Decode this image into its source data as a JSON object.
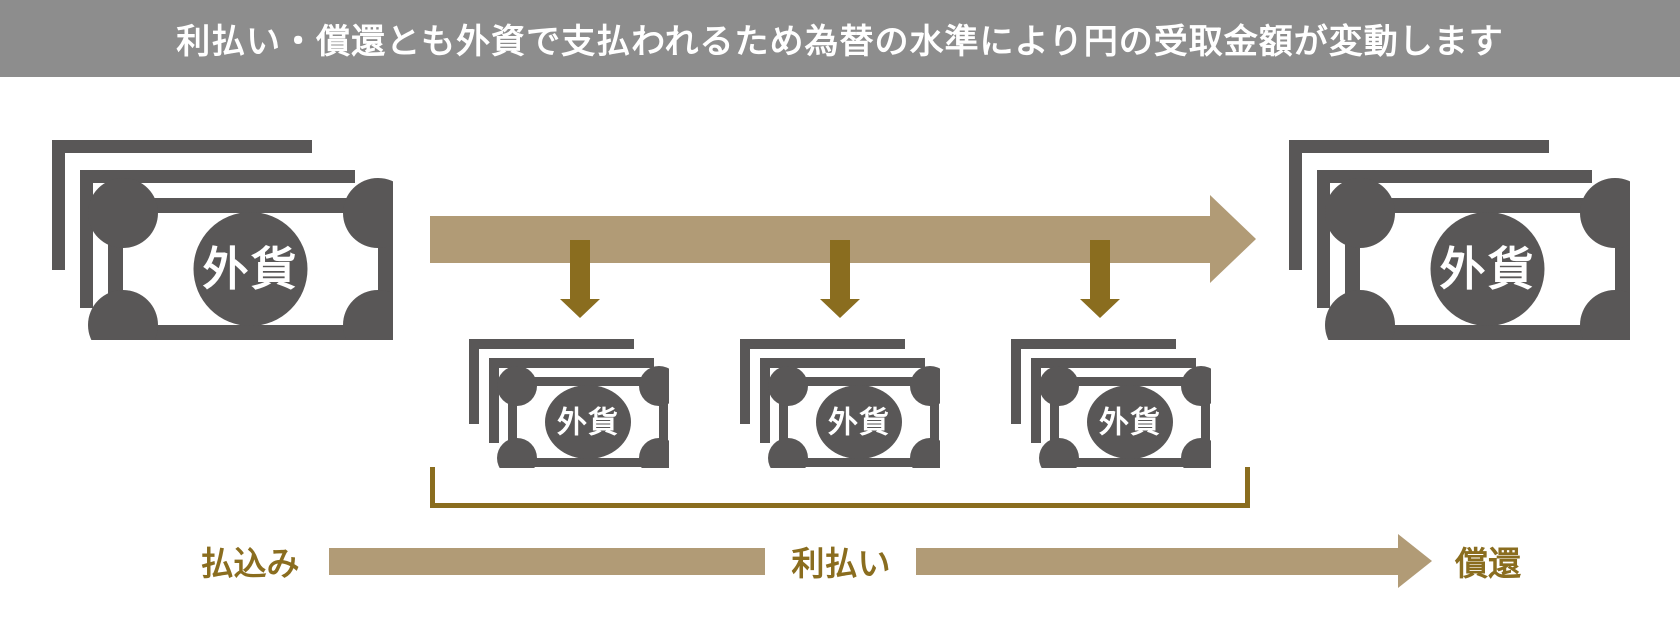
{
  "header": {
    "title": "利払い・償還とも外資で支払われるため為替の水準により円の受取金額が変動します"
  },
  "flow": {
    "principal_paid_in": {
      "currency_label": "外貨"
    },
    "principal_redeemed": {
      "currency_label": "外貨"
    },
    "interest_payments": [
      {
        "currency_label": "外貨"
      },
      {
        "currency_label": "外貨"
      },
      {
        "currency_label": "外貨"
      }
    ]
  },
  "timeline": {
    "payment_label": "払込み",
    "interest_label": "利払い",
    "redemption_label": "償還"
  },
  "colors": {
    "header_bg": "#8d8d8d",
    "banknote_dark": "#595757",
    "flow_arrow_tan": "#b19b76",
    "accent_gold": "#8a6d1f",
    "text_on_dark": "#ffffff"
  }
}
